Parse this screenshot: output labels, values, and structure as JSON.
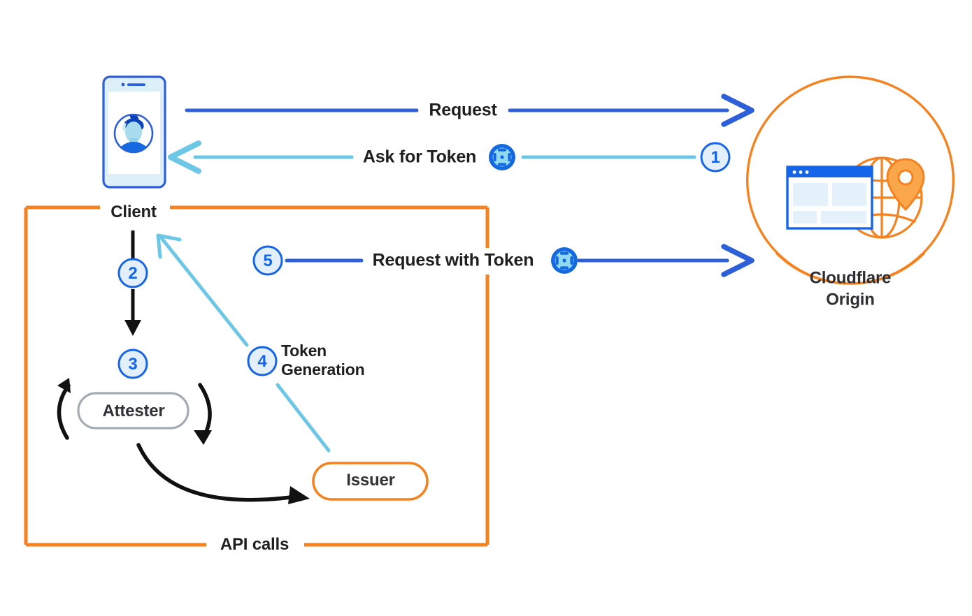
{
  "diagram": {
    "title": "Cloudflare Privacy Pass token issuance flow",
    "colors": {
      "dark_blue": "#2C5FD8",
      "light_blue": "#6CC7E6",
      "orange": "#F6821F",
      "black": "#111111",
      "gray": "#A3ACB3",
      "num_fill": "#E3F0FB",
      "pale_blue": "#DCEFFA"
    },
    "nodes": {
      "client": {
        "label": "Client"
      },
      "attester": {
        "label": "Attester"
      },
      "issuer": {
        "label": "Issuer"
      },
      "origin": {
        "label": "Cloudflare\nOrigin"
      }
    },
    "flows": [
      {
        "step": "",
        "label": "Request"
      },
      {
        "step": "1",
        "label": "Ask for Token"
      },
      {
        "step": "2",
        "label": ""
      },
      {
        "step": "3",
        "label": ""
      },
      {
        "step": "4",
        "label": "Token\nGeneration"
      },
      {
        "step": "5",
        "label": "Request with Token"
      }
    ],
    "labels": {
      "request": "Request",
      "ask_for_token": "Ask for Token",
      "request_with_token": "Request with Token",
      "token_generation": "Token\nGeneration",
      "api_calls": "API calls"
    },
    "steps": {
      "one": "1",
      "two": "2",
      "three": "3",
      "four": "4",
      "five": "5"
    },
    "icons": {
      "token": "token-badge-icon",
      "phone": "mobile-phone-icon",
      "avatar": "user-avatar-icon",
      "globe": "globe-icon",
      "browser": "browser-window-icon",
      "pin": "map-pin-icon"
    },
    "group_box": {
      "label": "API calls"
    }
  }
}
